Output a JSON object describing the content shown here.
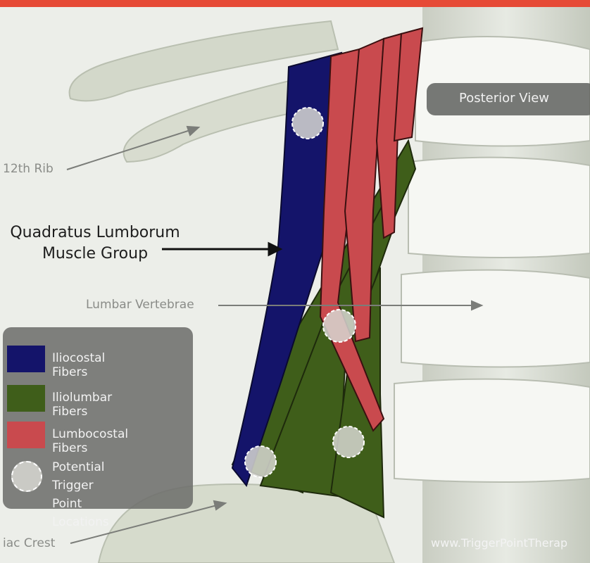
{
  "labels": {
    "rib": "12th Rib",
    "title_line1": "Quadratus Lumborum",
    "title_line2": "Muscle Group",
    "vertebrae": "Lumbar Vertebrae",
    "iliac": "iac Crest",
    "view": "Posterior View",
    "watermark": "www.TriggerPointTherap"
  },
  "legend": {
    "items": [
      {
        "label": "Iliocostal Fibers",
        "color": "#14146a"
      },
      {
        "label": "Iliolumbar Fibers",
        "color": "#3f5e1a"
      },
      {
        "label": "Lumbocostal Fibers",
        "color": "#c94a4e"
      }
    ],
    "trigger_line1": "Potential Trigger",
    "trigger_line2": "Point Locations"
  },
  "colors": {
    "banner": "#e64a36",
    "bone": "#d9ddd2",
    "bone_shadow": "#b9bfb0"
  }
}
